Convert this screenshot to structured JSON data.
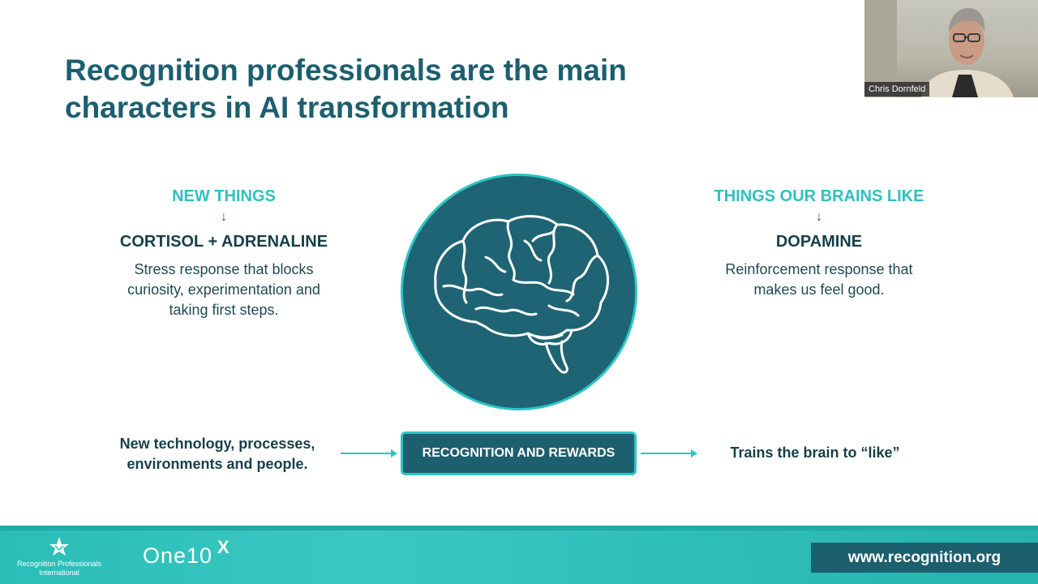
{
  "slide": {
    "title_lines": [
      "Recognition professionals are the main",
      "characters in AI transformation"
    ],
    "left": {
      "heading": "NEW THINGS",
      "arrow": "↓",
      "hormone": "CORTISOL + ADRENALINE",
      "description_lines": [
        "Stress response that blocks",
        "curiosity, experimentation and",
        "taking first steps."
      ]
    },
    "right": {
      "heading": "THINGS OUR BRAINS LIKE",
      "arrow": "↓",
      "hormone": "DOPAMINE",
      "description_lines": [
        "Reinforcement response that",
        "makes us feel good."
      ]
    },
    "center_icon": "brain-icon",
    "flow": {
      "input_lines": [
        "New technology, processes,",
        "environments and people."
      ],
      "box_label": "RECOGNITION AND REWARDS",
      "output": "Trains the brain to “like”"
    },
    "colors": {
      "title": "#1c5f6f",
      "accent": "#2fc0c0",
      "dark_teal": "#1e6474",
      "text_dark": "#173f48"
    }
  },
  "footer": {
    "org_name_lines": [
      "Recognition Professionals",
      "International"
    ],
    "partner_logo": "One10",
    "partner_logo_mark": "X",
    "url": "www.recognition.org"
  },
  "video": {
    "participant_name": "Chris Dornfeld"
  }
}
